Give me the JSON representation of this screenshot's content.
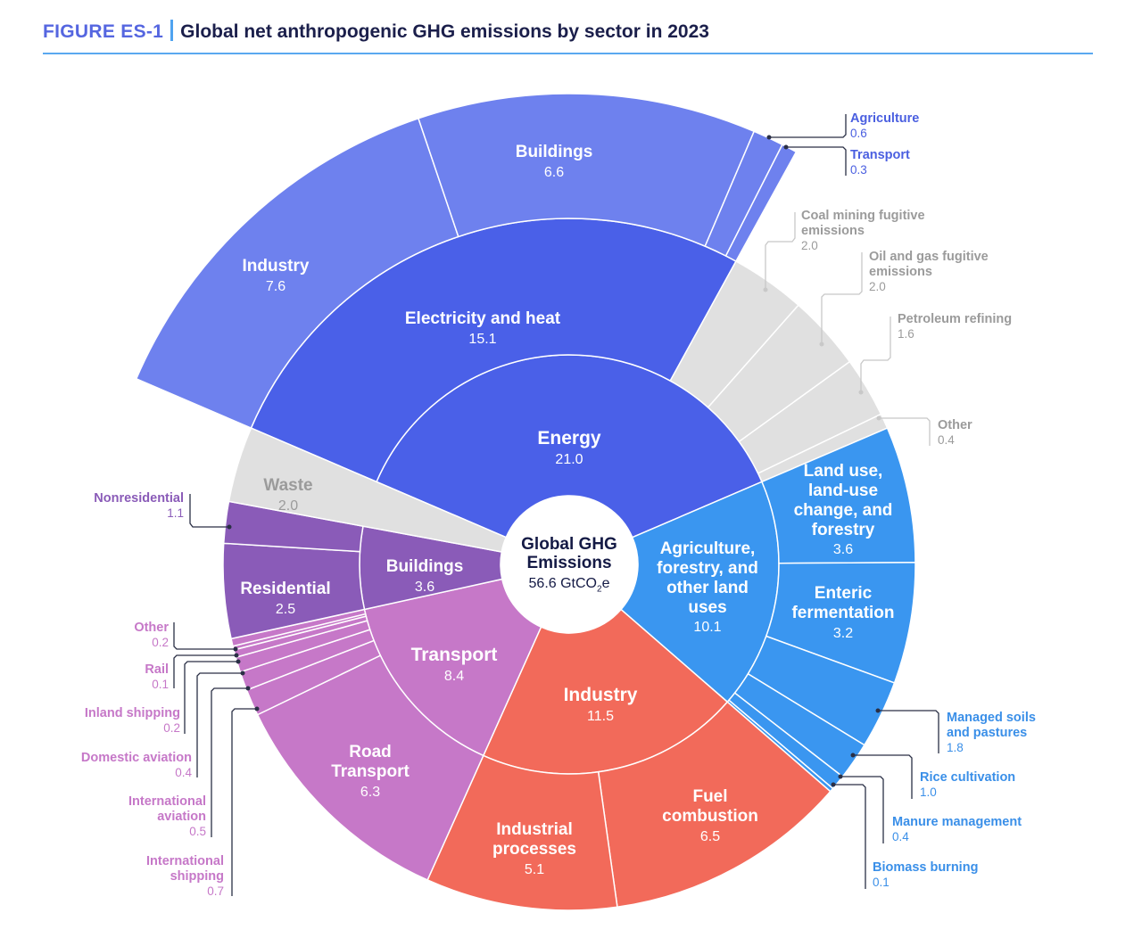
{
  "header": {
    "figure_label": "FIGURE ES-1",
    "title": "Global net anthropogenic GHG emissions by sector in 2023"
  },
  "center": {
    "title": "Global GHG Emissions",
    "total": "56.6",
    "unit_prefix": "GtCO",
    "unit_sub": "2",
    "unit_suffix": "e"
  },
  "chart_data": {
    "type": "sunburst",
    "title": "Global net anthropogenic GHG emissions by sector in 2023",
    "unit": "GtCO2e",
    "total": 56.6,
    "sectors": [
      {
        "name": "Energy",
        "value": "21.0",
        "color": "#4A60E8",
        "children": [
          {
            "name": "Electricity and heat",
            "value": "15.1",
            "color": "#4A60E8",
            "children": [
              {
                "name": "Industry",
                "value": "7.6",
                "color": "#6E81EE"
              },
              {
                "name": "Buildings",
                "value": "6.6",
                "color": "#6E81EE"
              },
              {
                "name": "Agriculture",
                "value": "0.6",
                "color": "#6E81EE"
              },
              {
                "name": "Transport",
                "value": "0.3",
                "color": "#6E81EE"
              }
            ]
          },
          {
            "name": "Coal mining fugitive emissions",
            "value": "2.0",
            "color": "#E0E0E0"
          },
          {
            "name": "Oil and gas fugitive emissions",
            "value": "2.0",
            "color": "#E0E0E0"
          },
          {
            "name": "Petroleum refining",
            "value": "1.6",
            "color": "#E0E0E0"
          },
          {
            "name": "Other",
            "value": "0.4",
            "color": "#E0E0E0"
          }
        ]
      },
      {
        "name": "Agriculture, forestry, and other land uses",
        "value": "10.1",
        "color": "#3A96F0",
        "children": [
          {
            "name": "Land use, land-use change, and forestry",
            "value": "3.6",
            "color": "#3A96F0"
          },
          {
            "name": "Enteric fermentation",
            "value": "3.2",
            "color": "#3A96F0"
          },
          {
            "name": "Managed soils and pastures",
            "value": "1.8",
            "color": "#3A96F0"
          },
          {
            "name": "Rice cultivation",
            "value": "1.0",
            "color": "#3A96F0"
          },
          {
            "name": "Manure management",
            "value": "0.4",
            "color": "#3A96F0"
          },
          {
            "name": "Biomass burning",
            "value": "0.1",
            "color": "#3A96F0"
          }
        ]
      },
      {
        "name": "Industry",
        "value": "11.5",
        "color": "#F26A5A",
        "children": [
          {
            "name": "Fuel combustion",
            "value": "6.5",
            "color": "#F26A5A"
          },
          {
            "name": "Industrial processes",
            "value": "5.1",
            "color": "#F26A5A"
          }
        ]
      },
      {
        "name": "Transport",
        "value": "8.4",
        "color": "#C678C8",
        "children": [
          {
            "name": "Road Transport",
            "value": "6.3",
            "color": "#C678C8"
          },
          {
            "name": "International shipping",
            "value": "0.7",
            "color": "#C678C8"
          },
          {
            "name": "International aviation",
            "value": "0.5",
            "color": "#C678C8"
          },
          {
            "name": "Domestic aviation",
            "value": "0.4",
            "color": "#C678C8"
          },
          {
            "name": "Inland shipping",
            "value": "0.2",
            "color": "#C678C8"
          },
          {
            "name": "Rail",
            "value": "0.1",
            "color": "#C678C8"
          },
          {
            "name": "Other",
            "value": "0.2",
            "color": "#C678C8"
          }
        ]
      },
      {
        "name": "Buildings",
        "value": "3.6",
        "color": "#8A5BB8",
        "children": [
          {
            "name": "Residential",
            "value": "2.5",
            "color": "#8A5BB8"
          },
          {
            "name": "Nonresidential",
            "value": "1.1",
            "color": "#8A5BB8"
          }
        ]
      },
      {
        "name": "Waste",
        "value": "2.0",
        "color": "#E0E0E0",
        "children": []
      }
    ]
  }
}
